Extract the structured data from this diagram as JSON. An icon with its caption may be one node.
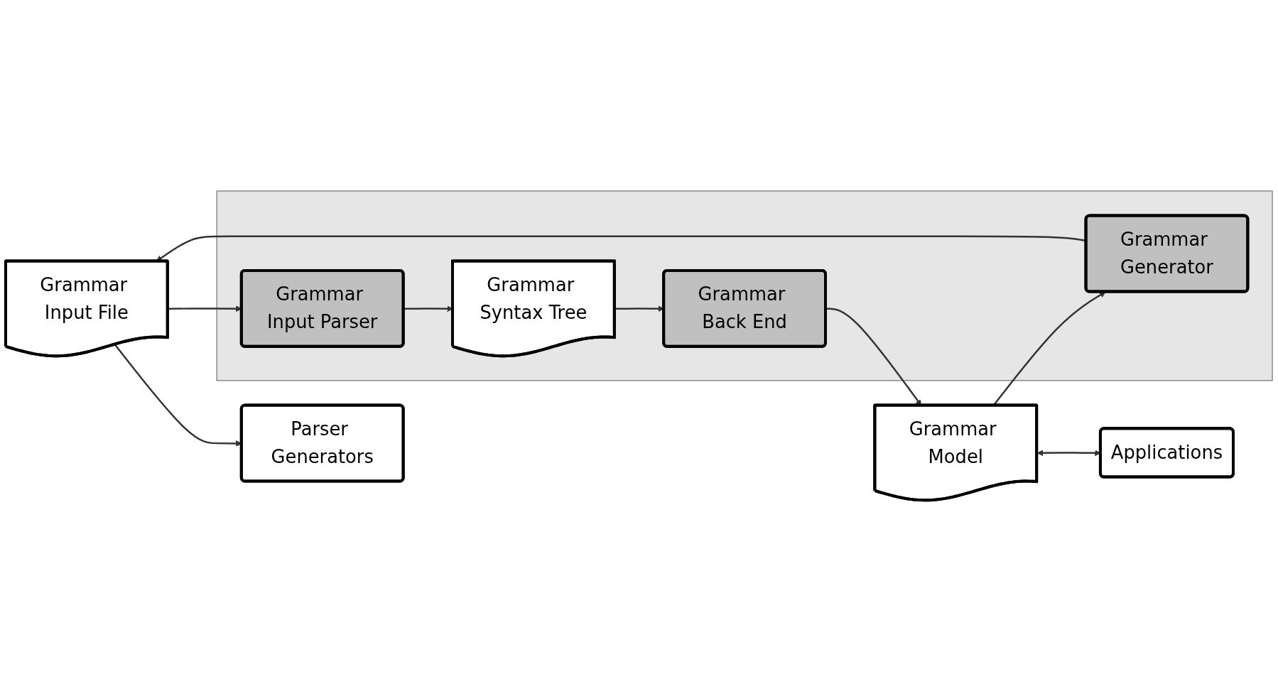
{
  "diagram": {
    "nodes": [
      {
        "text": [
          "Grammar Input File"
        ]
      },
      {
        "text": [],
        "shape": "box"
      },
      {
        "text": [
          "Grammar Input Parser"
        ],
        "in": 1
      },
      {
        "text": [
          "Grammar Syntax Tree"
        ],
        "in": 1
      },
      {
        "text": [
          "Grammar Back End"
        ],
        "in": 1
      },
      {
        "text": [
          "Grammar Generator"
        ],
        "in": 1
      },
      {
        "text": [
          "Grammar Model"
        ]
      },
      {
        "text": [
          "Parser Generators"
        ]
      },
      {
        "text": [
          "Applications"
        ]
      }
    ],
    "edges": [
      {
        "from": 0,
        "to": 2,
        "arrow": "to"
      },
      {
        "from": 2,
        "to": 3,
        "arrow": "to"
      },
      {
        "from": 3,
        "to": 4,
        "arrow": "to"
      },
      {
        "from": 4,
        "to": 6,
        "arrow": "to"
      },
      {
        "from": 6,
        "to": 5,
        "arrow": "to"
      },
      {
        "from": 5,
        "to": 0,
        "arrow": "to"
      },
      {
        "from": 0,
        "to": 7,
        "arrow": "to"
      },
      {
        "from": 6,
        "to": 8,
        "arrow": "both"
      }
    ]
  }
}
